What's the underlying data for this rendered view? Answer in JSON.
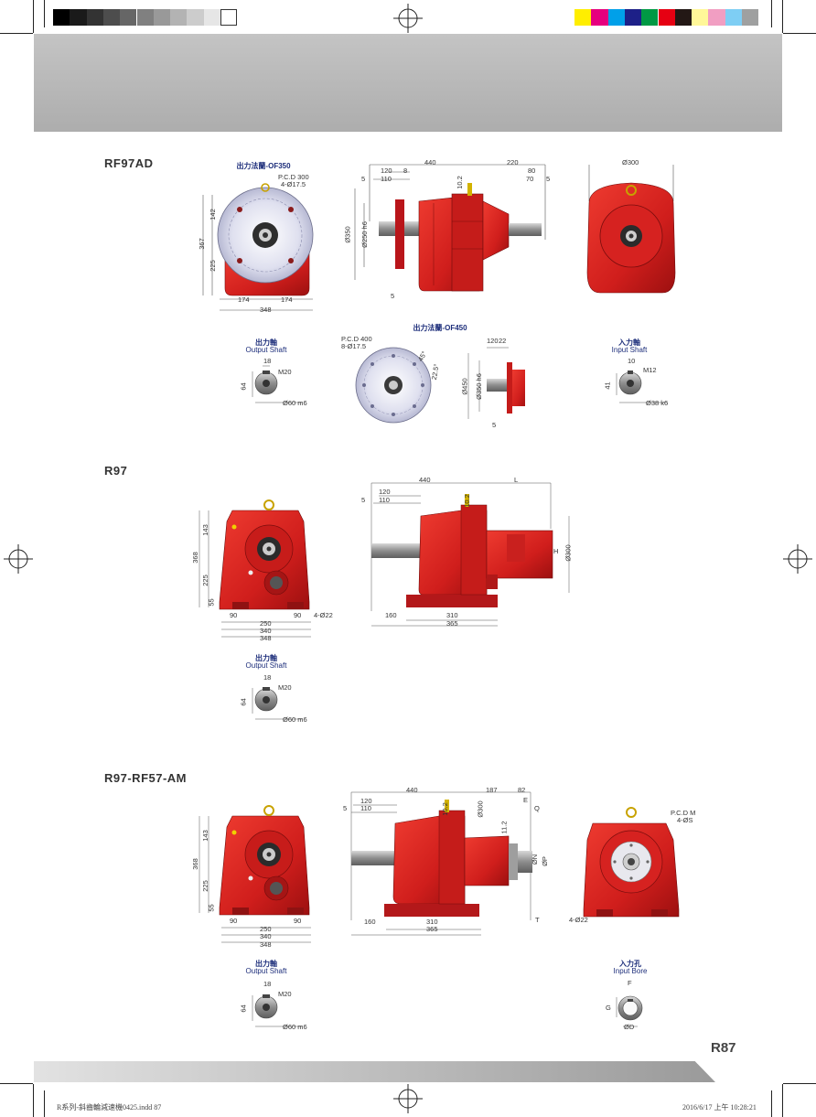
{
  "gray_swatches": [
    "#000000",
    "#1a1a1a",
    "#333333",
    "#4d4d4d",
    "#666666",
    "#808080",
    "#999999",
    "#b3b3b3",
    "#cccccc",
    "#e6e6e6",
    "#ffffff"
  ],
  "color_swatches": [
    "#ffee00",
    "#e6007e",
    "#00a0e9",
    "#1d2088",
    "#009944",
    "#e60012",
    "#231815",
    "#fff799",
    "#f19ec2",
    "#7ecef4",
    "#9fa0a0"
  ],
  "colors": {
    "header_band": "#b9b9b9",
    "gear_red": "#d8201f",
    "dim_blue": "#1c2d7a"
  },
  "sections": {
    "s1": {
      "title": "RF97AD",
      "flange350_cn": "出力法蘭-OF350",
      "flange350_pcd": "P.C.D 300",
      "flange350_holes": "4-Ø17.5",
      "side_dims": [
        "440",
        "220",
        "120",
        "8",
        "80",
        "110",
        "70",
        "5",
        "5",
        "10.2",
        "Ø350",
        "Ø250 h6",
        "5"
      ],
      "left_dims": [
        "142",
        "367",
        "225",
        "174",
        "174",
        "348"
      ],
      "right_dims": [
        "Ø300"
      ],
      "output_shaft_cn": "出力軸",
      "output_shaft_en": "Output Shaft",
      "output_shaft_dims": [
        "18",
        "M20",
        "64",
        "Ø60 m6"
      ],
      "flange450_cn": "出力法蘭-OF450",
      "flange450_pcd": "P.C.D 400",
      "flange450_holes": "8-Ø17.5",
      "flange450_dims": [
        "45°",
        "22.5°",
        "120",
        "22",
        "Ø450",
        "Ø350 h6",
        "5"
      ],
      "input_shaft_cn": "入力軸",
      "input_shaft_en": "Input Shaft",
      "input_shaft_dims": [
        "10",
        "M12",
        "41",
        "Ø38 k6"
      ]
    },
    "s2": {
      "title": "R97",
      "left_dims": [
        "143",
        "368",
        "225",
        "55",
        "90",
        "90",
        "4-Ø22",
        "250",
        "340",
        "348"
      ],
      "side_dims": [
        "440",
        "L",
        "120",
        "110",
        "5",
        "10.2",
        "H",
        "Ø300",
        "160",
        "310",
        "365"
      ],
      "output_shaft_cn": "出力軸",
      "output_shaft_en": "Output Shaft",
      "output_shaft_dims": [
        "18",
        "M20",
        "64",
        "Ø60 m6"
      ]
    },
    "s3": {
      "title": "R97-RF57-AM",
      "left_dims": [
        "143",
        "368",
        "225",
        "55",
        "90",
        "90",
        "250",
        "340",
        "348"
      ],
      "side_dims": [
        "440",
        "187",
        "82",
        "120",
        "110",
        "5",
        "10.2",
        "Ø300",
        "E",
        "Q",
        "11.2",
        "ØN",
        "ØP",
        "T",
        "160",
        "310",
        "365"
      ],
      "right_dims": [
        "P.C.D M",
        "4-ØS",
        "4-Ø22"
      ],
      "output_shaft_cn": "出力軸",
      "output_shaft_en": "Output Shaft",
      "output_shaft_dims": [
        "18",
        "M20",
        "64",
        "Ø60 m6"
      ],
      "input_bore_cn": "入力孔",
      "input_bore_en": "Input Bore",
      "input_bore_dims": [
        "F",
        "G",
        "ØD"
      ]
    }
  },
  "page_number": "R87",
  "footer_left": "R系列-斜齒輪減速機0425.indd   87",
  "footer_right": "2016/6/17   上午 10:28:21"
}
